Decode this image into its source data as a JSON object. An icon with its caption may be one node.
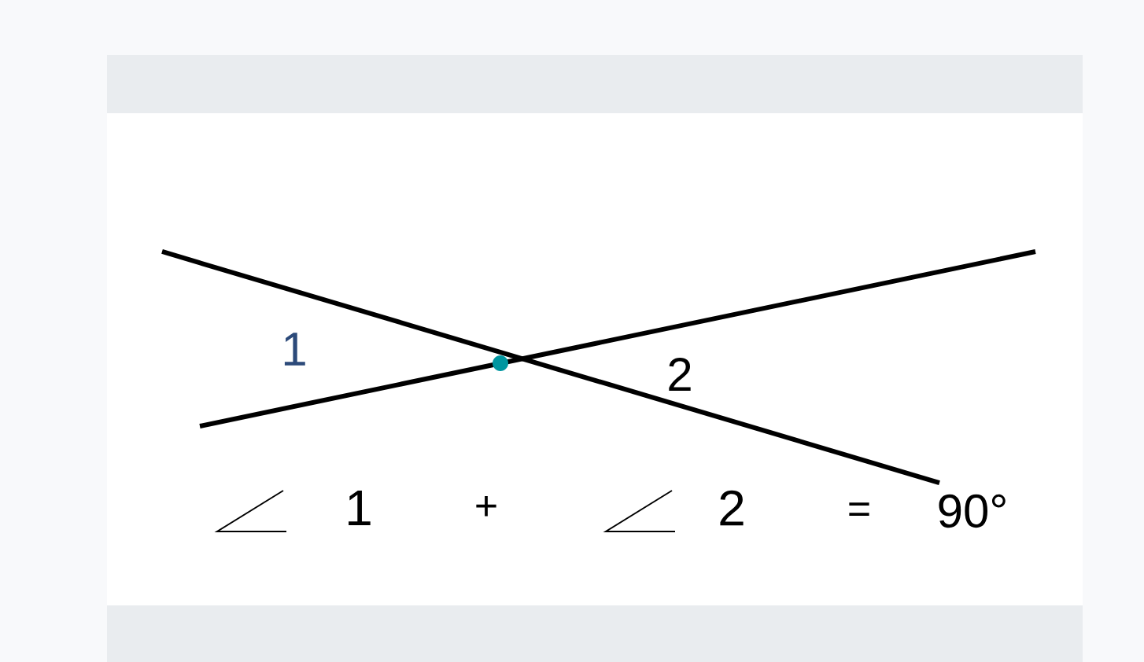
{
  "diagram": {
    "labels": [
      "1",
      "2",
      "1",
      "+",
      "2",
      "=",
      "90°"
    ]
  }
}
